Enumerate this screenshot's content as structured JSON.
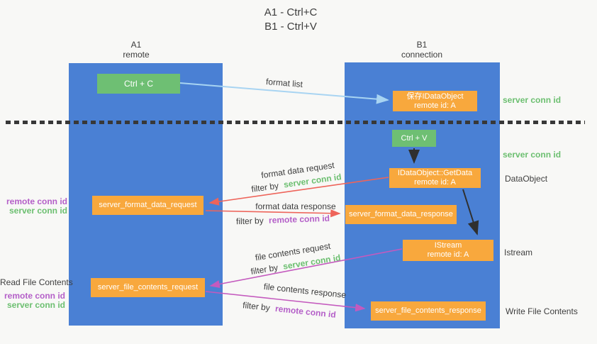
{
  "title": {
    "line1": "A1 - Ctrl+C",
    "line2": "B1 - Ctrl+V"
  },
  "lanes": {
    "left": {
      "id": "A1",
      "name": "remote"
    },
    "right": {
      "id": "B1",
      "name": "connection"
    }
  },
  "nodes": {
    "ctrl_c": {
      "label": "Ctrl + C"
    },
    "ctrl_v": {
      "label": "Ctrl + V"
    },
    "save_dataobject": {
      "line1": "保存IDataObject",
      "line2": "remote id: A"
    },
    "getdata": {
      "line1": "IDataObject::GetData",
      "line2": "remote id: A"
    },
    "istream": {
      "line1": "IStream",
      "line2": "remote id: A"
    },
    "server_format_data_request": {
      "label": "server_format_data_request"
    },
    "server_format_data_response": {
      "label": "server_format_data_response"
    },
    "server_file_contents_request": {
      "label": "server_file_contents_request"
    },
    "server_file_contents_response": {
      "label": "server_file_contents_response"
    }
  },
  "arrow_labels": {
    "format_list": "format list",
    "format_data_request": "format data request",
    "format_data_response": "format data response",
    "file_contents_request": "file contents request",
    "file_contents_response": "file contents response",
    "filter_by": "filter by"
  },
  "side_labels": {
    "server_conn_id": "server conn id",
    "remote_conn_id": "remote conn id",
    "dataobject": "DataObject",
    "istream": "Istream",
    "read_file_contents": "Read File Contents",
    "write_file_contents": "Write File Contents"
  },
  "colors": {
    "background": "#f8f8f6",
    "lane_blue": "#4a80d4",
    "node_green": "#6ebf73",
    "node_orange": "#f8a83d",
    "text_green": "#6cbf70",
    "text_purple": "#b45fc8",
    "arrow_red": "#ee645a",
    "arrow_magenta": "#c45abe",
    "arrow_blue": "#a8d4f2",
    "arrow_black": "#2f2f2f",
    "divider_dark": "#383838"
  }
}
